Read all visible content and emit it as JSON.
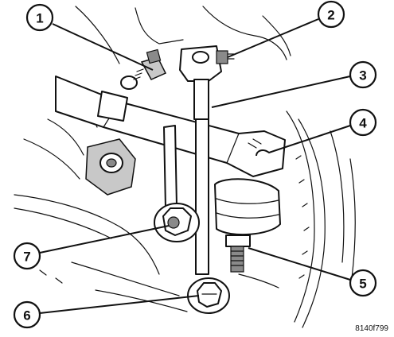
{
  "callouts": [
    {
      "id": "callout-1",
      "label": "1"
    },
    {
      "id": "callout-2",
      "label": "2"
    },
    {
      "id": "callout-3",
      "label": "3"
    },
    {
      "id": "callout-4",
      "label": "4"
    },
    {
      "id": "callout-5",
      "label": "5"
    },
    {
      "id": "callout-6",
      "label": "6"
    },
    {
      "id": "callout-7",
      "label": "7"
    }
  ],
  "figure_id": "8140f799"
}
